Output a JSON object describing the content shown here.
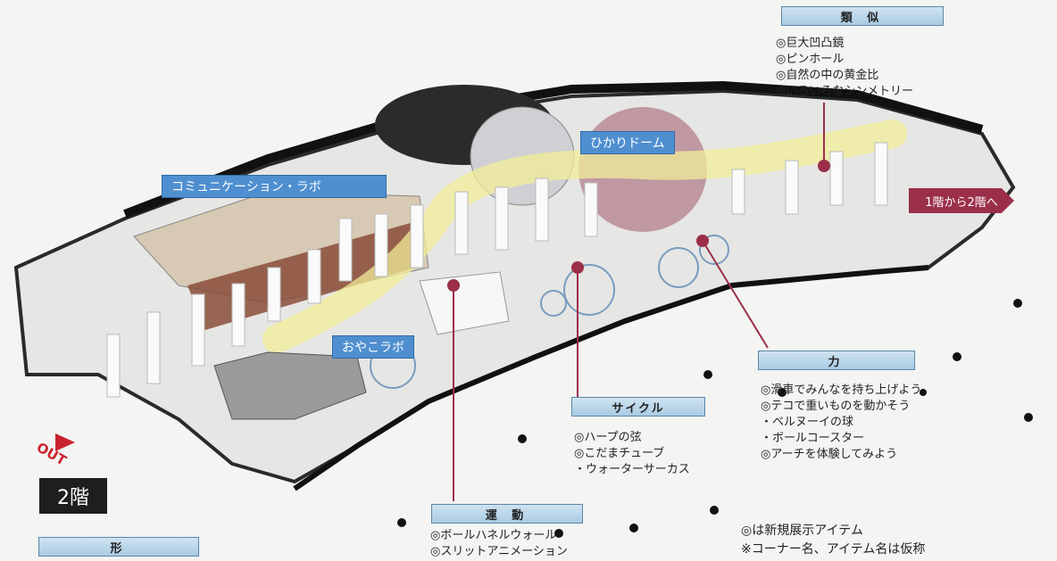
{
  "floor_badge": "2階",
  "out_label": "OUT",
  "entrance_arrow": "1階から2階へ",
  "areas": {
    "communication_lab": "コミュニケーション・ラボ",
    "hikari_dome": "ひかりドーム",
    "oyako_lab": "おやこラボ"
  },
  "zones": {
    "ruiji": {
      "title": "類 似",
      "items": [
        "◎巨大凹凸鏡",
        "◎ピンホール",
        "◎自然の中の黄金比",
        "◎いろいろなシンメトリー"
      ]
    },
    "chikara": {
      "title": "力",
      "items": [
        "◎滑車でみんなを持ち上げよう",
        "◎テコで重いものを動かそう",
        "・ベルヌーイの球",
        "・ボールコースター",
        "◎アーチを体験してみよう"
      ]
    },
    "cycle": {
      "title": "サイクル",
      "items": [
        "◎ハープの弦",
        "◎こだまチューブ",
        "・ウォーターサーカス"
      ]
    },
    "undou": {
      "title": "運 動",
      "items": [
        "◎ボールハネルウォール",
        "◎スリットアニメーション"
      ]
    },
    "katachi": {
      "title": "形"
    }
  },
  "notes": [
    "◎は新規展示アイテム",
    "※コーナー名、アイテム名は仮称"
  ],
  "colors": {
    "marker": "#9b2f4a",
    "label_blue": "#4f8fd0",
    "header_blue": "#b9d6ea",
    "path_yellow": "#f2ee9a"
  }
}
